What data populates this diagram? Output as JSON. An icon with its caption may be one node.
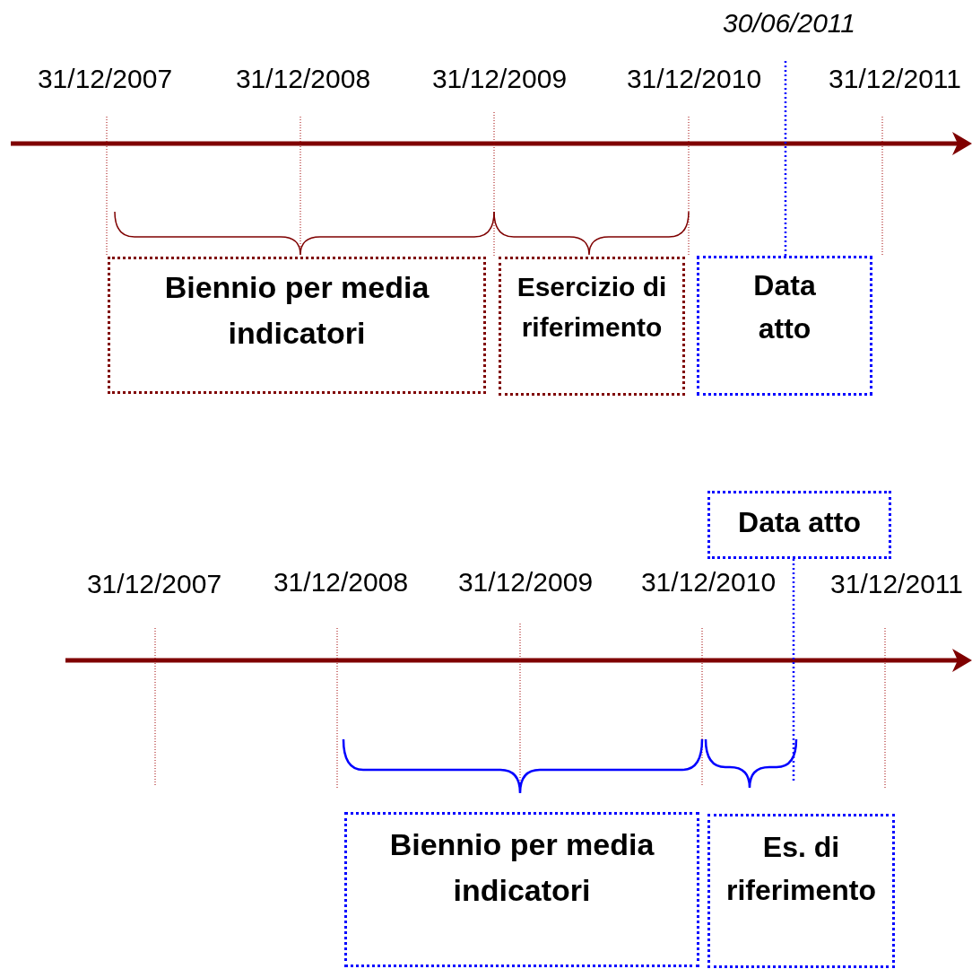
{
  "diagram": {
    "nodes": [
      {
        "text": [
          "Biennio per media indicatori"
        ]
      },
      {
        "text": [
          "Esercizio di riferimento"
        ]
      },
      {
        "text": [
          "Data atto"
        ]
      },
      {
        "text": [
          "Data atto"
        ]
      },
      {
        "text": [
          "Biennio per media indicatori"
        ]
      },
      {
        "text": [
          "Es. di riferimento"
        ]
      }
    ],
    "edges": [
      {
        "from": null,
        "to": 2,
        "arrow": "none",
        "style": "dashed"
      },
      {
        "from": 3,
        "to": null,
        "arrow": "none",
        "style": "dashed"
      }
    ],
    "labels": [
      "30/06/2011",
      "31/12/2007",
      "31/12/2008",
      "31/12/2009",
      "31/12/2010",
      "31/12/2011",
      "31/12/2007",
      "31/12/2008",
      "31/12/2009",
      "31/12/2010",
      "31/12/2011"
    ]
  }
}
